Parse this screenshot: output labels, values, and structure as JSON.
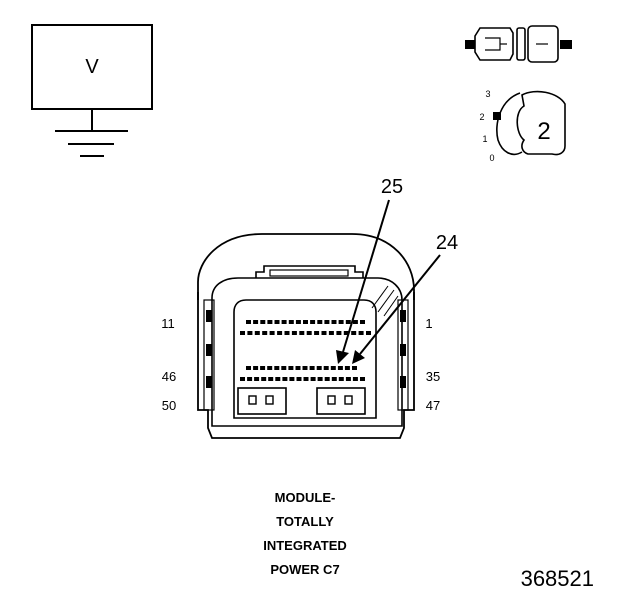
{
  "meter": {
    "label": "V"
  },
  "selector": {
    "positions": [
      "3",
      "2",
      "1",
      "0"
    ],
    "setting": "2"
  },
  "callouts": [
    "25",
    "24"
  ],
  "pin_labels": {
    "top_left": "11",
    "top_right": "1",
    "mid_left": "46",
    "mid_right": "35",
    "bottom_left": "50",
    "bottom_right": "47"
  },
  "caption": [
    "MODULE-",
    "TOTALLY",
    "INTEGRATED",
    "POWER C7"
  ],
  "figure_number": "368521"
}
